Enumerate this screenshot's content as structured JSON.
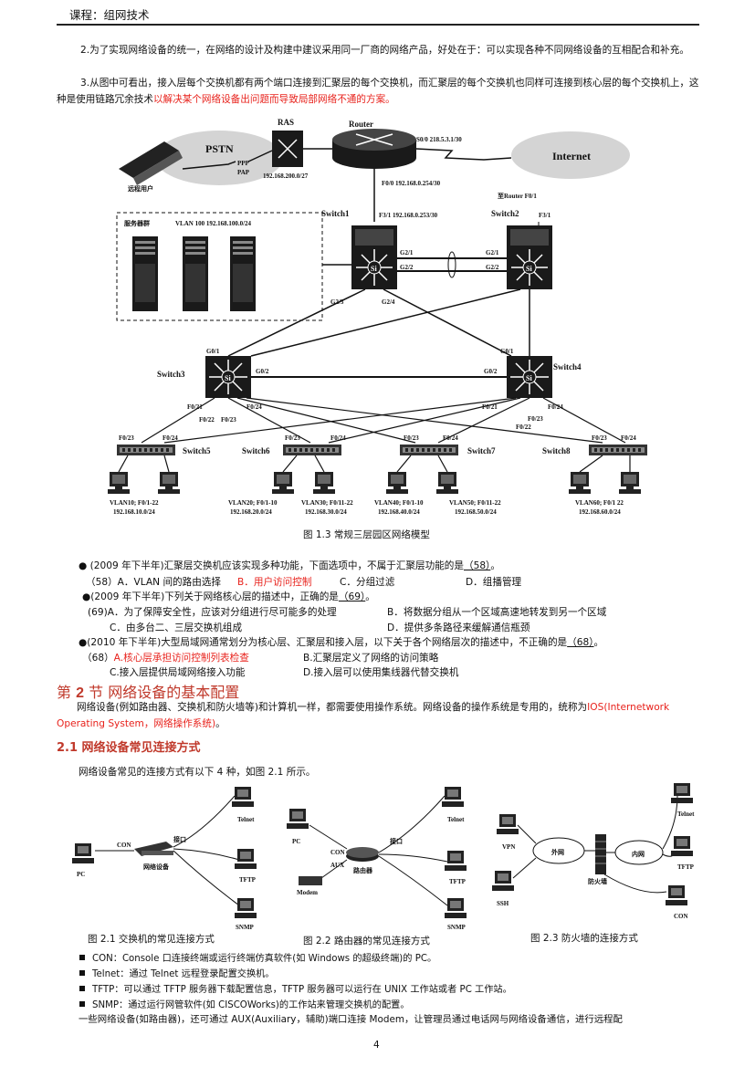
{
  "header": {
    "course": "课程：组网技术"
  },
  "intro": {
    "p2": "2.为了实现网络设备的统一，在网络的设计及构建中建议采用同一厂商的网络产品，好处在于：可以实现各种不同网络设备的互相配合和补充。",
    "p3a": "3.从图中可看出，接入层每个交换机都有两个端口连接到汇聚层的每个交换机，而汇聚层的每个交换机也同样可连接到核心层的每个交换机上，这种是使用链路冗余技术",
    "p3b": "以解决某个网络设备出问题而导致局部网络不通的方案。"
  },
  "figure13": {
    "caption": "图 1.3 常规三层园区网络模型",
    "labels": {
      "pstn": "PSTN",
      "ras": "RAS",
      "router": "Router",
      "internet": "Internet",
      "ppp": "PPP",
      "pap": "PAP",
      "remote_user": "远程用户",
      "ras_ip": "192.168.200.0/27",
      "s0": "S0/0 218.5.3.1/30",
      "f0": "F0/0 192.168.0.254/30",
      "to_router": "至Router F0/1",
      "switch1": "Switch1",
      "switch2": "Switch2",
      "switch3": "Switch3",
      "switch4": "Switch4",
      "switch5": "Switch5",
      "switch6": "Switch6",
      "switch7": "Switch7",
      "switch8": "Switch8",
      "f31": "F3/1 192.168.0.253/30",
      "f31b": "F3/1",
      "server_group": "服务器群",
      "vlan100": "VLAN 100  192.168.100.0/24",
      "g21": "G2/1",
      "g22": "G2/2",
      "g23": "G2/3",
      "g24": "G2/4",
      "g01": "G0/1",
      "g02": "G0/2",
      "f021": "F0/21",
      "f022": "F0/22",
      "f023": "F0/23",
      "f024": "F0/24",
      "vlan10": "VLAN10;  F0/1-22",
      "vlan10ip": "192.168.10.0/24",
      "vlan20": "VLAN20;  F0/1-10",
      "vlan20ip": "192.168.20.0/24",
      "vlan30": "VLAN30;  F0/11-22",
      "vlan30ip": "192.168.30.0/24",
      "vlan40": "VLAN40;  F0/1-10",
      "vlan40ip": "192.168.40.0/24",
      "vlan50": "VLAN50;  F0/11-22",
      "vlan50ip": "192.168.50.0/24",
      "vlan60": "VLAN60;  F0/1 22",
      "vlan60ip": "192.168.60.0/24"
    }
  },
  "questions": {
    "q58_stem_a": "● (2009 年下半年)汇聚层交换机应该实现多种功能，下面选项中，不属于汇聚层功能的是",
    "q58_blank": "（58）",
    "q58_tail": "。",
    "q58_a": "（58）A．VLAN 间的路由选择",
    "q58_b": "B．用户访问控制",
    "q58_c": "C．分组过滤",
    "q58_d": "D．组播管理",
    "q69_stem_a": "●(2009 年下半年)下列关于网络核心层的描述中，正确的是",
    "q69_blank": "（69）",
    "q69_tail": "。",
    "q69_a": "(69)A．为了保障安全性，应该对分组进行尽可能多的处理",
    "q69_b": "B．将数据分组从一个区域高速地转发到另一个区域",
    "q69_c": "C．由多台二、三层交换机组成",
    "q69_d": "D．提供多条路径来缓解通信瓶颈",
    "q68_stem_a": "●(2010 年下半年)大型局域网通常划分为核心层、汇聚层和接入层，以下关于各个网络层次的描述中，不正确的是",
    "q68_blank": "（68）",
    "q68_tail": "。",
    "q68_a_prefix": "（68）",
    "q68_a": "A.核心层承担访问控制列表检查",
    "q68_b": "B.汇聚层定义了网络的访问策略",
    "q68_c": "C.接入层提供局域网络接入功能",
    "q68_d": "D.接入层可以使用集线器代替交换机"
  },
  "section2": {
    "prefix": "第",
    "num": "2",
    "title": "节  网络设备的基本配置",
    "p1": "网络设备(例如路由器、交换机和防火墙等)和计算机一样，都需要使用操作系统。网络设备的操作系统是专用的，统称为",
    "p1_red": "IOS(Internetwork Operating System，网络操作系统)",
    "p1_tail": "。"
  },
  "sub21": {
    "title": "2.1  网络设备常见连接方式",
    "intro": "网络设备常见的连接方式有以下 4 种，如图 2.1 所示。"
  },
  "fig21": {
    "caption": "图 2.1 交换机的常见连接方式",
    "labels": {
      "pc": "PC",
      "con": "CON",
      "device": "网络设备",
      "port": "接口",
      "telnet": "Telnet",
      "tftp": "TFTP",
      "snmp": "SNMP"
    }
  },
  "fig22": {
    "caption": "图 2.2 路由器的常见连接方式",
    "labels": {
      "pc": "PC",
      "con": "CON",
      "aux": "AUX",
      "router": "路由器",
      "port": "接口",
      "modem": "Modem",
      "telnet": "Telnet",
      "tftp": "TFTP",
      "snmp": "SNMP"
    }
  },
  "fig23": {
    "caption": "图 2.3 防火墙的连接方式",
    "labels": {
      "vpn": "VPN",
      "ssh": "SSH",
      "outer": "外网",
      "inner": "内网",
      "firewall": "防火墙",
      "telnet": "Telnet",
      "tftp": "TFTP",
      "con": "CON"
    }
  },
  "bullets": [
    "CON：Console 口连接终端或运行终端仿真软件(如 Windows 的超级终端)的 PC。",
    "Telnet：通过 Telnet 远程登录配置交换机。",
    "TFTP：可以通过 TFTP 服务器下载配置信息，TFTP 服务器可以运行在 UNIX 工作站或者 PC 工作站。",
    "SNMP：通过运行网管软件(如 CISCOWorks)的工作站来管理交换机的配置。"
  ],
  "last_line": "一些网络设备(如路由器)，还可通过 AUX(Auxiliary，辅助)端口连接 Modem，让管理员通过电话网与网络设备通信，进行远程配",
  "page_number": "4"
}
